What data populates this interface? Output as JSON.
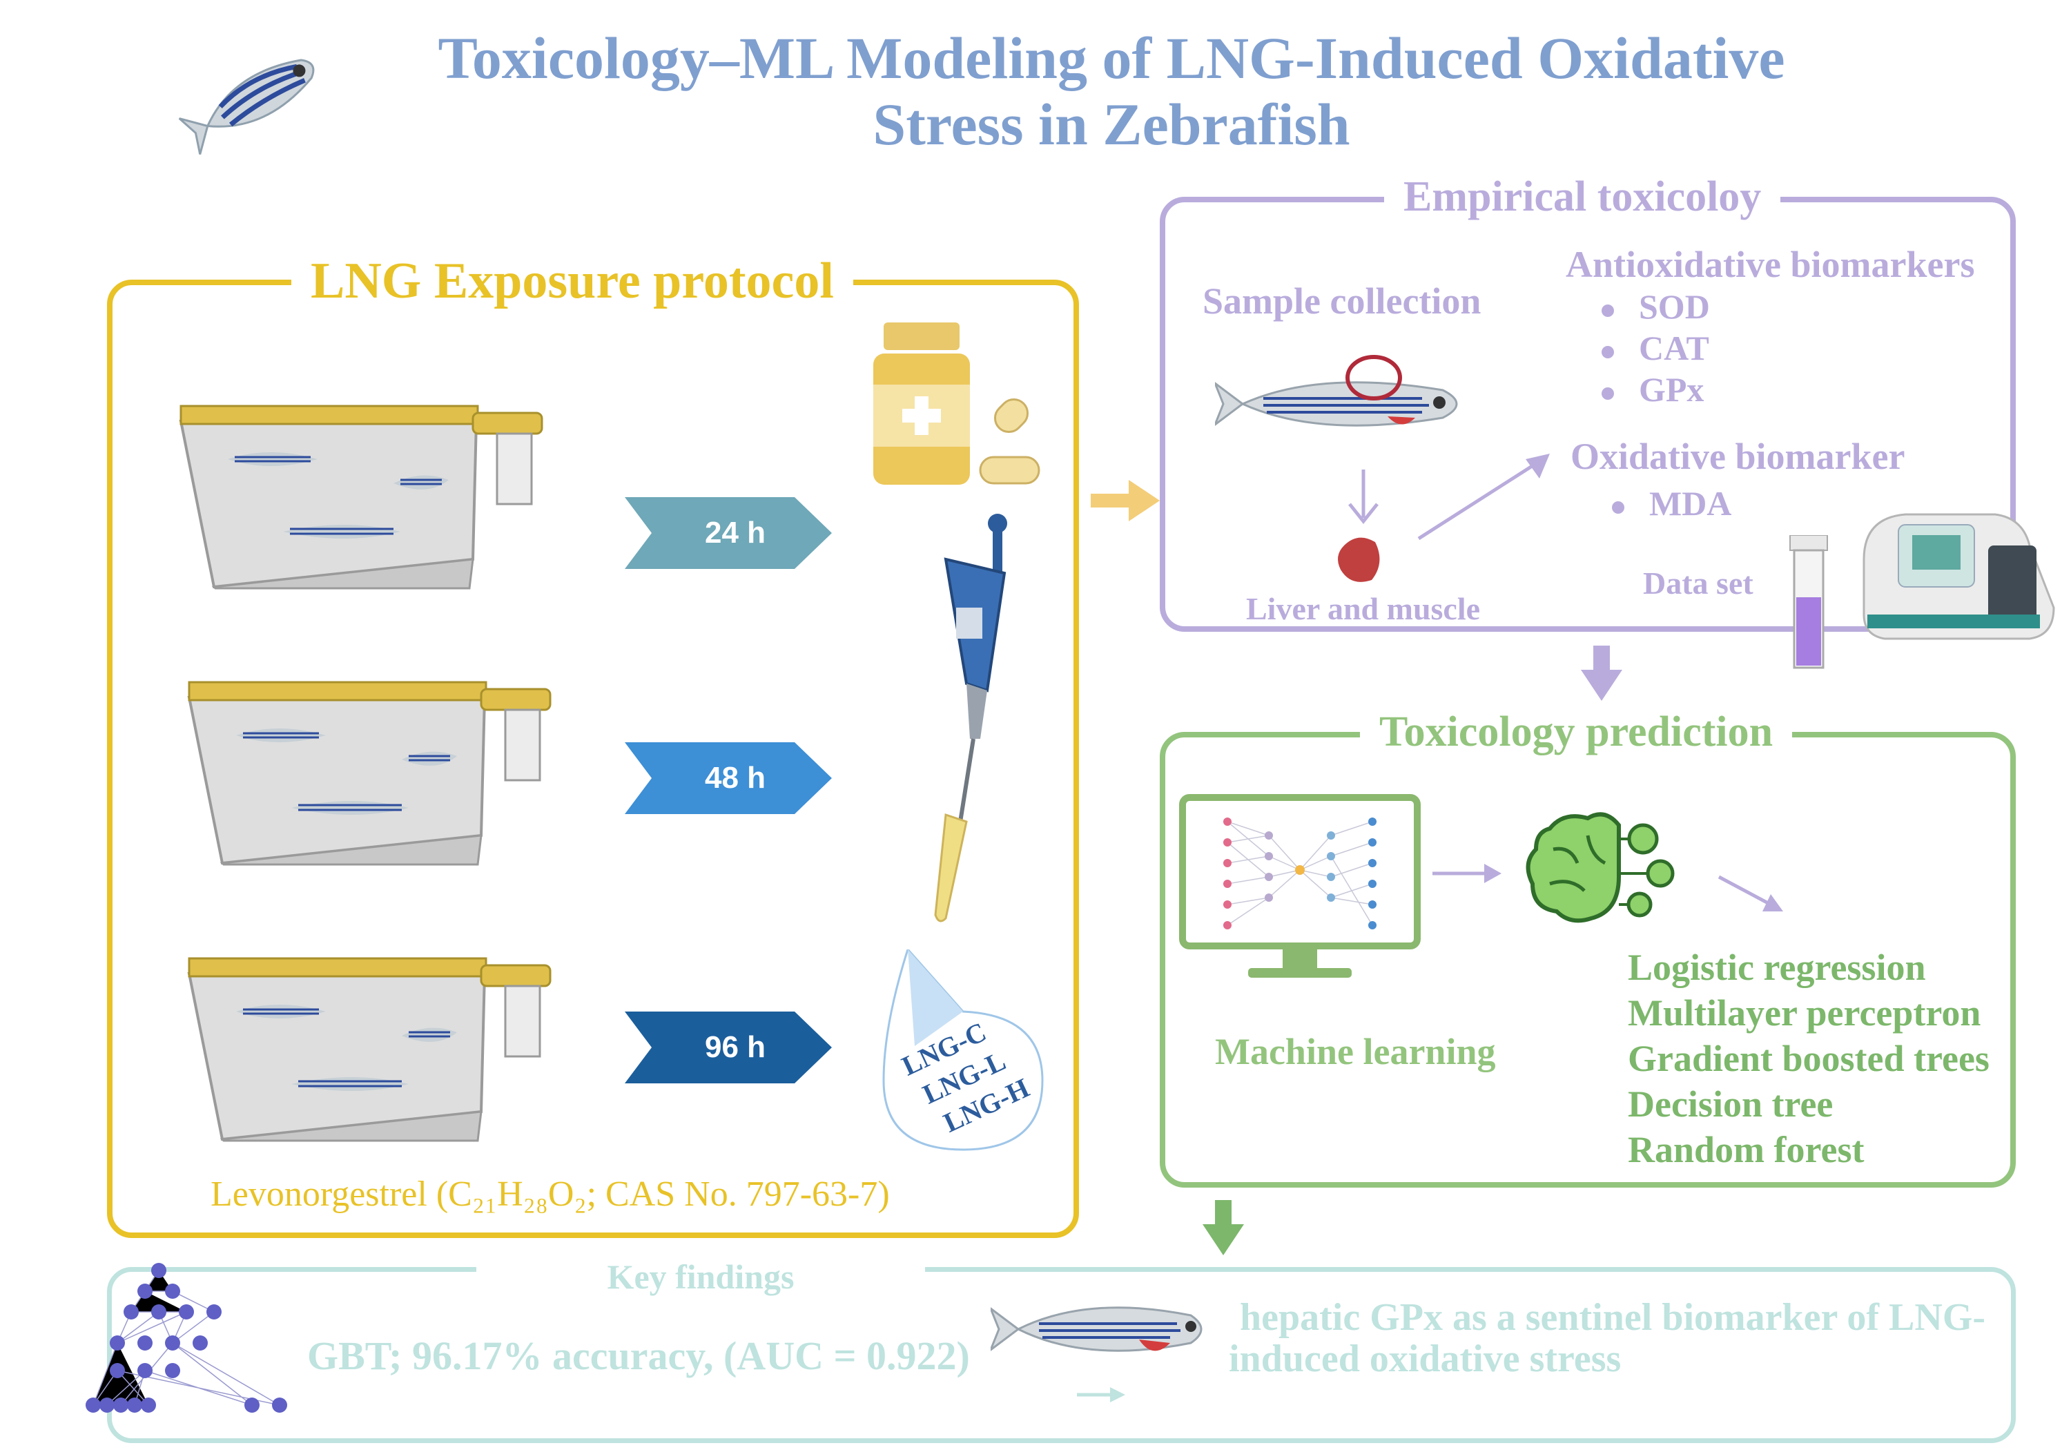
{
  "title": "Toxicology–ML Modeling of LNG-Induced Oxidative Stress in Zebrafish",
  "exposure": {
    "heading": "LNG Exposure protocol",
    "times": [
      "24 h",
      "48 h",
      "96 h"
    ],
    "groups": [
      "LNG-C",
      "LNG-L",
      "LNG-H"
    ],
    "compound": "Levonorgestrel (C₂₁H₂₈O₂; CAS No. 797-63-7)"
  },
  "empirical": {
    "heading": "Empirical toxicoloy",
    "sample_label": "Sample collection",
    "tissue_label": "Liver and muscle",
    "antioxidative_heading": "Antioxidative biomarkers",
    "antioxidative_items": [
      "SOD",
      "CAT",
      "GPx"
    ],
    "oxidative_heading": "Oxidative biomarker",
    "oxidative_items": [
      "MDA"
    ],
    "dataset_label": "Data set"
  },
  "prediction": {
    "heading": "Toxicology prediction",
    "ml_label": "Machine learning",
    "models": [
      "Logistic regression",
      "Multilayer perceptron",
      "Gradient boosted trees",
      "Decision tree",
      "Random forest"
    ]
  },
  "findings": {
    "heading": "Key findings",
    "result": "GBT; 96.17% accuracy, (AUC = 0.922)",
    "conclusion_line1": "hepatic GPx as a sentinel biomarker of LNG-",
    "conclusion_line2": "induced oxidative stress"
  },
  "colors": {
    "title": "#7f9fcf",
    "exposure": "#e8c227",
    "empirical": "#b9acdc",
    "prediction": "#93c47d",
    "findings": "#bfe3df",
    "time_24": "#6fa8b8",
    "time_48": "#3d8fd6",
    "time_96": "#1b5e9c"
  }
}
